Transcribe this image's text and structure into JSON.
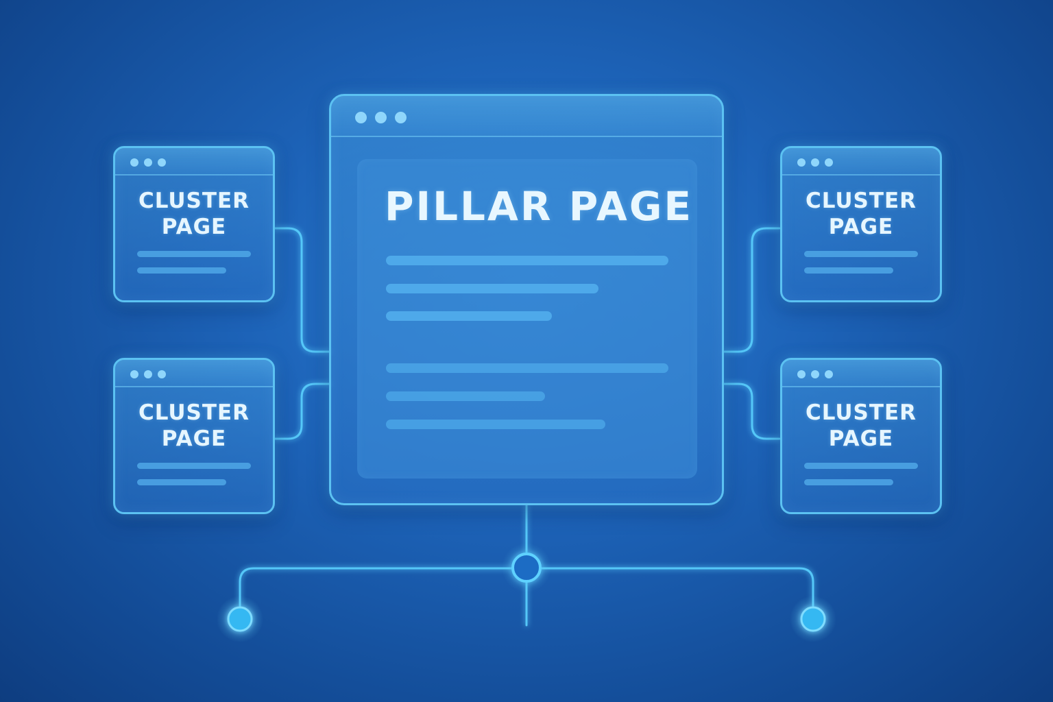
{
  "colors": {
    "background": "#1d63b8",
    "connector": "#54c7f8",
    "node_fill": "#2fb4f0",
    "border": "#5cc2f2",
    "text": "#e6f6ff"
  },
  "pillar": {
    "title": "PILLAR PAGE"
  },
  "clusters": [
    {
      "label": "CLUSTER\nPAGE"
    },
    {
      "label": "CLUSTER\nPAGE"
    },
    {
      "label": "CLUSTER\nPAGE"
    },
    {
      "label": "CLUSTER\nPAGE"
    }
  ],
  "icons": [
    "window-dots-icon",
    "connector-node-icon"
  ]
}
